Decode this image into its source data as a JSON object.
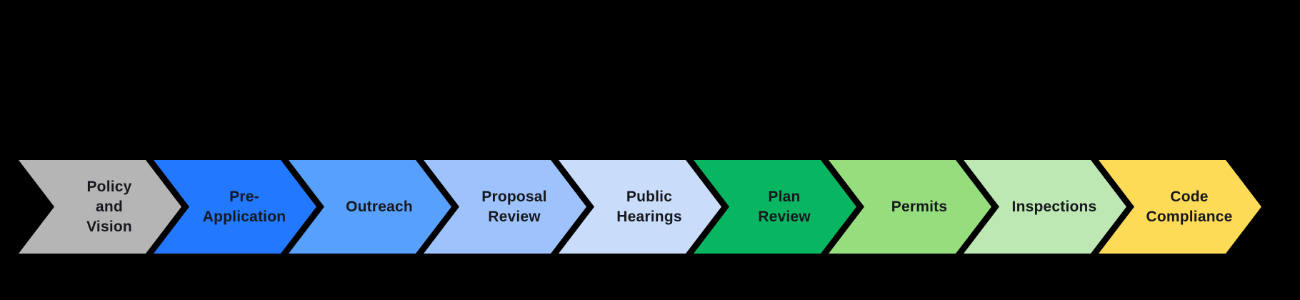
{
  "background_color": "#000000",
  "diagram": {
    "type": "process-flow-chevrons",
    "direction": "left-to-right",
    "text_color": "#16181d",
    "stages": [
      {
        "label": "Policy and Vision",
        "lines": "Policy\nand\nVision",
        "color": "#b5b5b5"
      },
      {
        "label": "Pre-Application",
        "lines": "Pre-\nApplication",
        "color": "#2278fe"
      },
      {
        "label": "Outreach",
        "lines": "Outreach",
        "color": "#57a0fe"
      },
      {
        "label": "Proposal Review",
        "lines": "Proposal\nReview",
        "color": "#9ec3fc"
      },
      {
        "label": "Public Hearings",
        "lines": "Public\nHearings",
        "color": "#c9dcfa"
      },
      {
        "label": "Plan Review",
        "lines": "Plan\nReview",
        "color": "#08b561"
      },
      {
        "label": "Permits",
        "lines": "Permits",
        "color": "#96dd7d"
      },
      {
        "label": "Inspections",
        "lines": "Inspections",
        "color": "#bde8b4"
      },
      {
        "label": "Code Compliance",
        "lines": "Code\nCompliance",
        "color": "#fedb56"
      }
    ]
  }
}
